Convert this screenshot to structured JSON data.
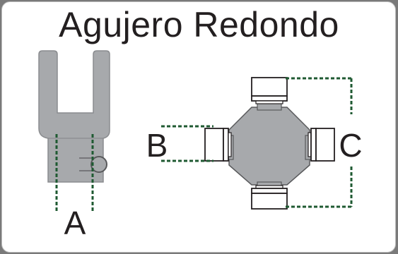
{
  "title": "Agujero Redondo",
  "labels": {
    "a": "A",
    "b": "B",
    "c": "C"
  },
  "colors": {
    "metal": "#a7a9ac",
    "outline": "#58595b",
    "dimension_line": "#1f5a32",
    "text": "#231f20"
  }
}
